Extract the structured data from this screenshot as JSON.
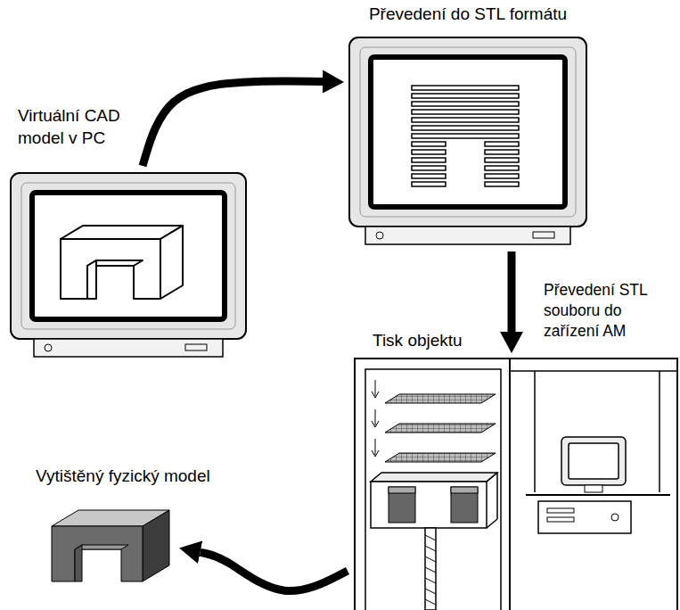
{
  "diagram": {
    "nodes": [
      {
        "text": [
          "Virtuální CAD model v PC"
        ]
      },
      {
        "text": [
          "Převedení do STL formátu"
        ]
      },
      {
        "text": [
          "Tisk objektu",
          "Převedení STL souboru do zařízení AM"
        ]
      },
      {
        "text": [
          "Vytištěný fyzický model"
        ]
      }
    ],
    "edges": [
      {
        "from": 0,
        "to": 1,
        "arrow": "to"
      },
      {
        "from": 1,
        "to": 2,
        "arrow": "to"
      },
      {
        "from": 2,
        "to": 3,
        "arrow": "to"
      }
    ]
  }
}
